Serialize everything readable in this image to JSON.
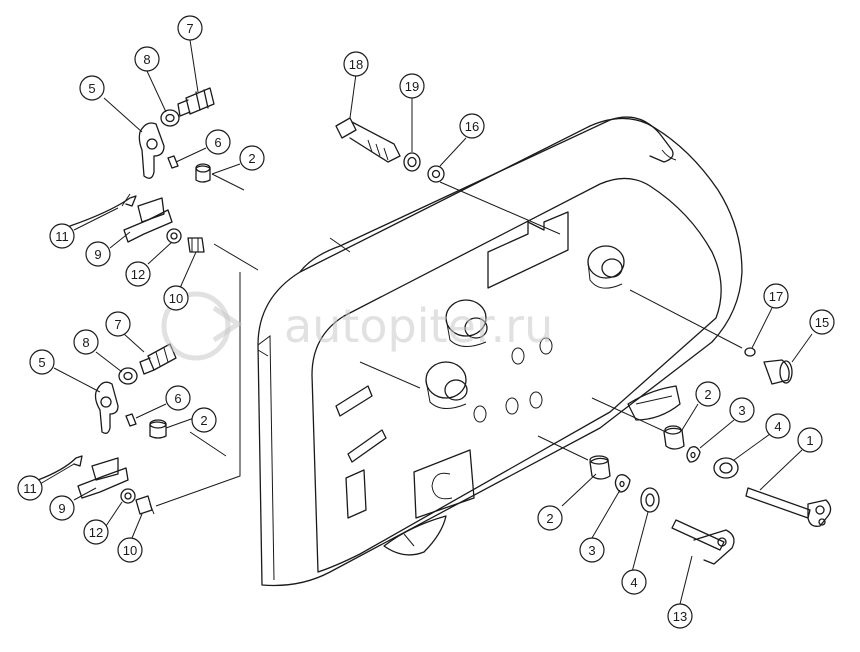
{
  "watermark": {
    "text": "autopiter.ru",
    "logo_glyph": "a>"
  },
  "callouts": [
    "7",
    "8",
    "5",
    "6",
    "2",
    "11",
    "9",
    "12",
    "10",
    "18",
    "19",
    "16",
    "17",
    "15",
    "7",
    "8",
    "5",
    "6",
    "2",
    "11",
    "9",
    "12",
    "10",
    "2",
    "3",
    "4",
    "1",
    "2",
    "3",
    "4",
    "13"
  ],
  "colors": {
    "ink": "#1a1a1a",
    "background": "#ffffff",
    "watermark": "#c8c8c8"
  }
}
